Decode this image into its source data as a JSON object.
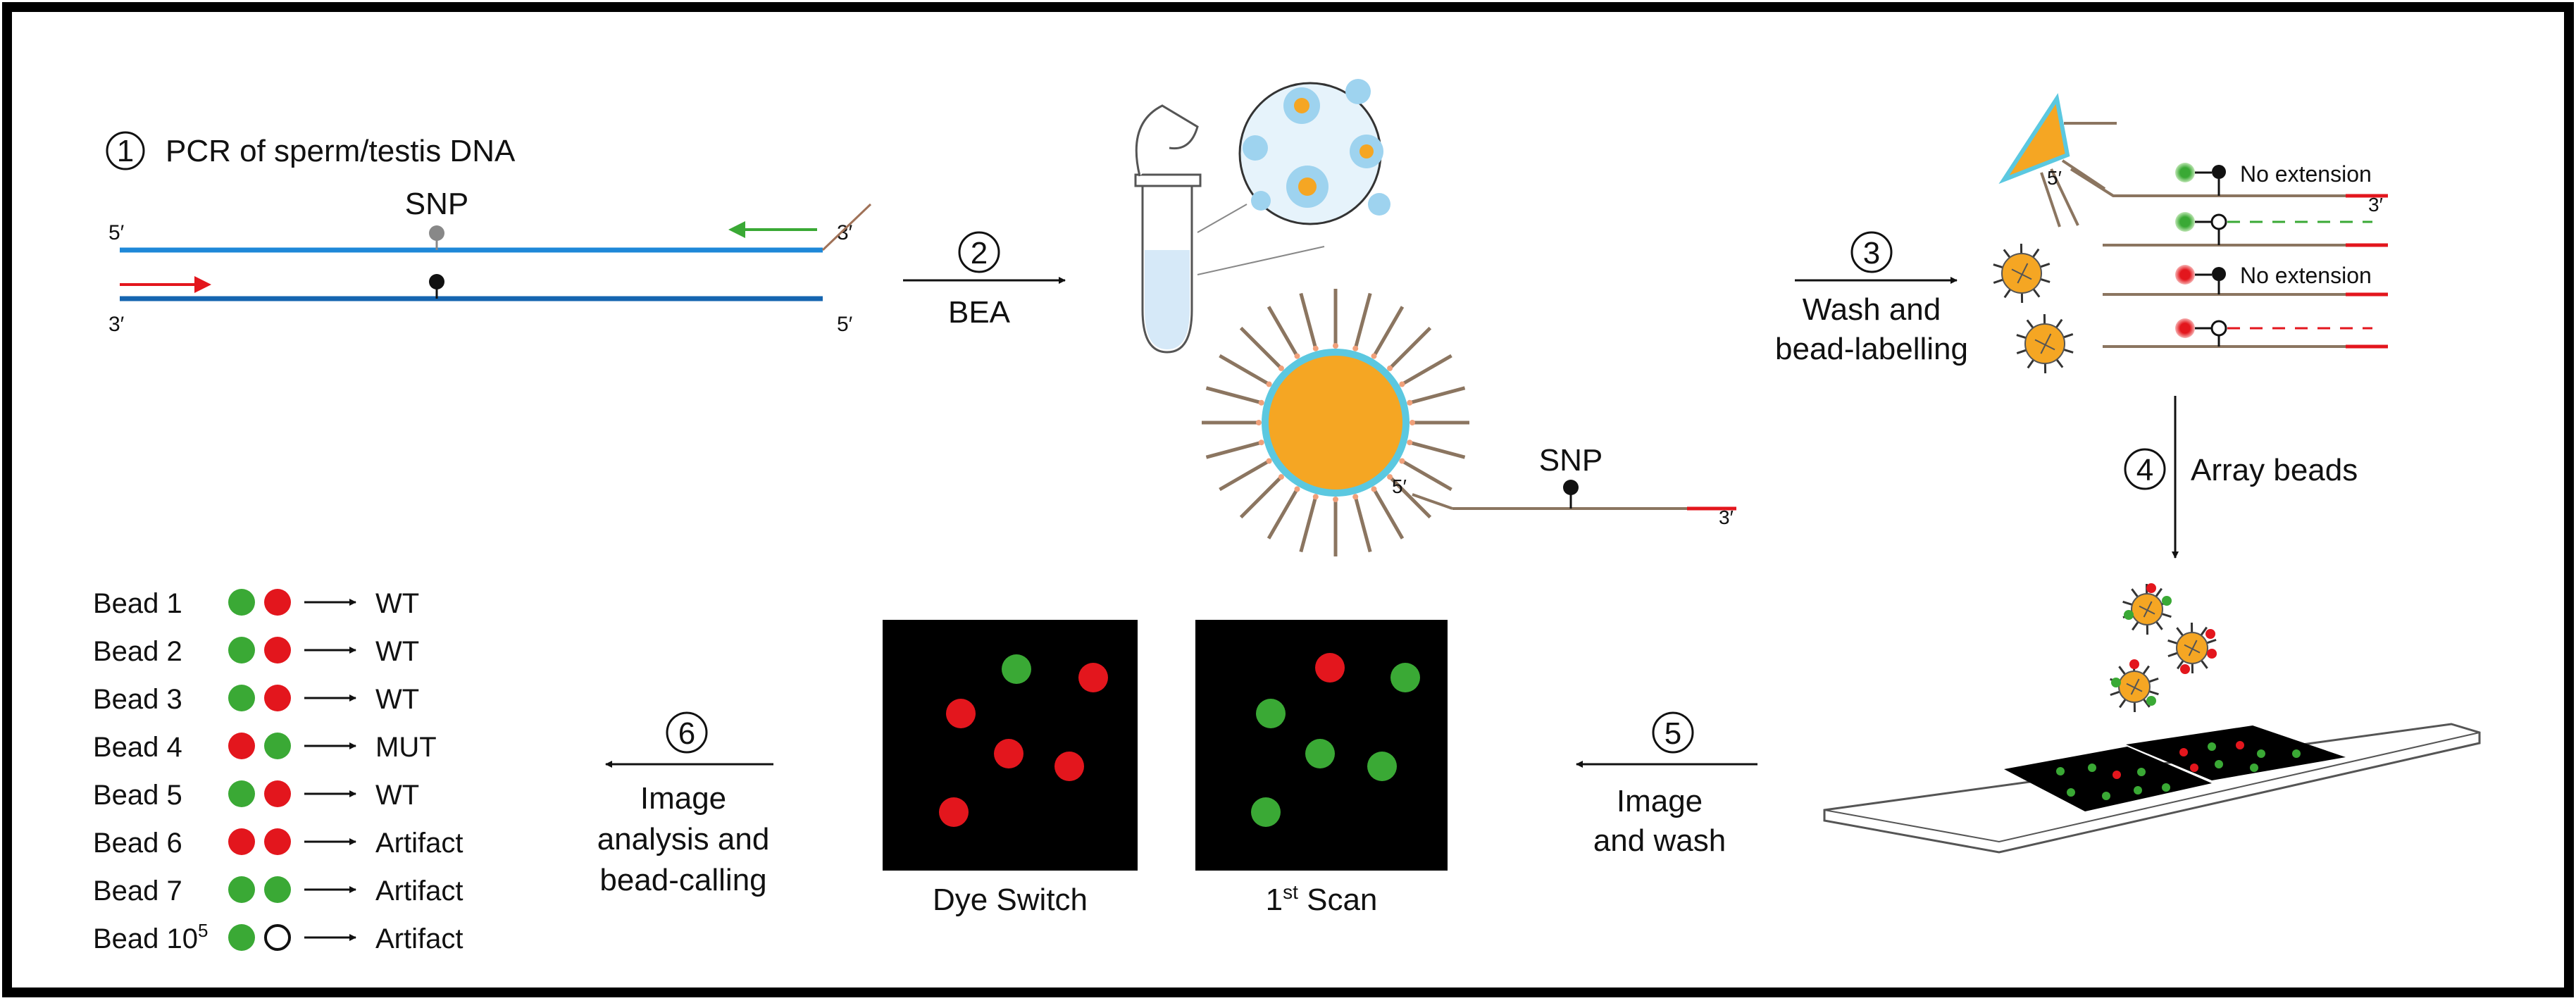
{
  "step1": {
    "number": "1",
    "title": "PCR of sperm/testis DNA",
    "snp": "SNP",
    "end_5a": "5′",
    "end_3a": "3′",
    "end_3b": "3′",
    "end_5b": "5′"
  },
  "step2": {
    "number": "2",
    "label": "BEA",
    "snp": "SNP",
    "end_5": "5′",
    "end_3": "3′"
  },
  "step3": {
    "number": "3",
    "label_line1": "Wash and",
    "label_line2": "bead-labelling",
    "no_extension_1": "No extension",
    "no_extension_2": "No extension",
    "end_3": "3′",
    "end_5": "5′"
  },
  "step4": {
    "number": "4",
    "label": "Array beads"
  },
  "step5": {
    "number": "5",
    "label_line1": "Image",
    "label_line2": "and wash"
  },
  "step6": {
    "number": "6",
    "label_line1": "Image",
    "label_line2": "analysis and",
    "label_line3": "bead-calling"
  },
  "scans": {
    "dye_switch": "Dye Switch",
    "first_scan_prefix": "1",
    "first_scan_sup": "st",
    "first_scan_suffix": " Scan"
  },
  "beads": [
    {
      "name": "Bead 1",
      "dots": [
        "green",
        "red"
      ],
      "call": "WT"
    },
    {
      "name": "Bead 2",
      "dots": [
        "green",
        "red"
      ],
      "call": "WT"
    },
    {
      "name": "Bead 3",
      "dots": [
        "green",
        "red"
      ],
      "call": "WT"
    },
    {
      "name": "Bead 4",
      "dots": [
        "red",
        "green"
      ],
      "call": "MUT"
    },
    {
      "name": "Bead 5",
      "dots": [
        "green",
        "red"
      ],
      "call": "WT"
    },
    {
      "name": "Bead 6",
      "dots": [
        "red",
        "red"
      ],
      "call": "Artifact"
    },
    {
      "name": "Bead 7",
      "dots": [
        "green",
        "green"
      ],
      "call": "Artifact"
    },
    {
      "name": "Bead 10",
      "name_sup": "5",
      "dots": [
        "green",
        "empty"
      ],
      "call": "Artifact"
    }
  ],
  "colors": {
    "green": "#3aa935",
    "red": "#e3161d",
    "blue_light": "#1e88d8",
    "blue_dark": "#1565b0",
    "brown": "#8b7560",
    "orange": "#f5a623",
    "cyan": "#5bc8e0"
  }
}
